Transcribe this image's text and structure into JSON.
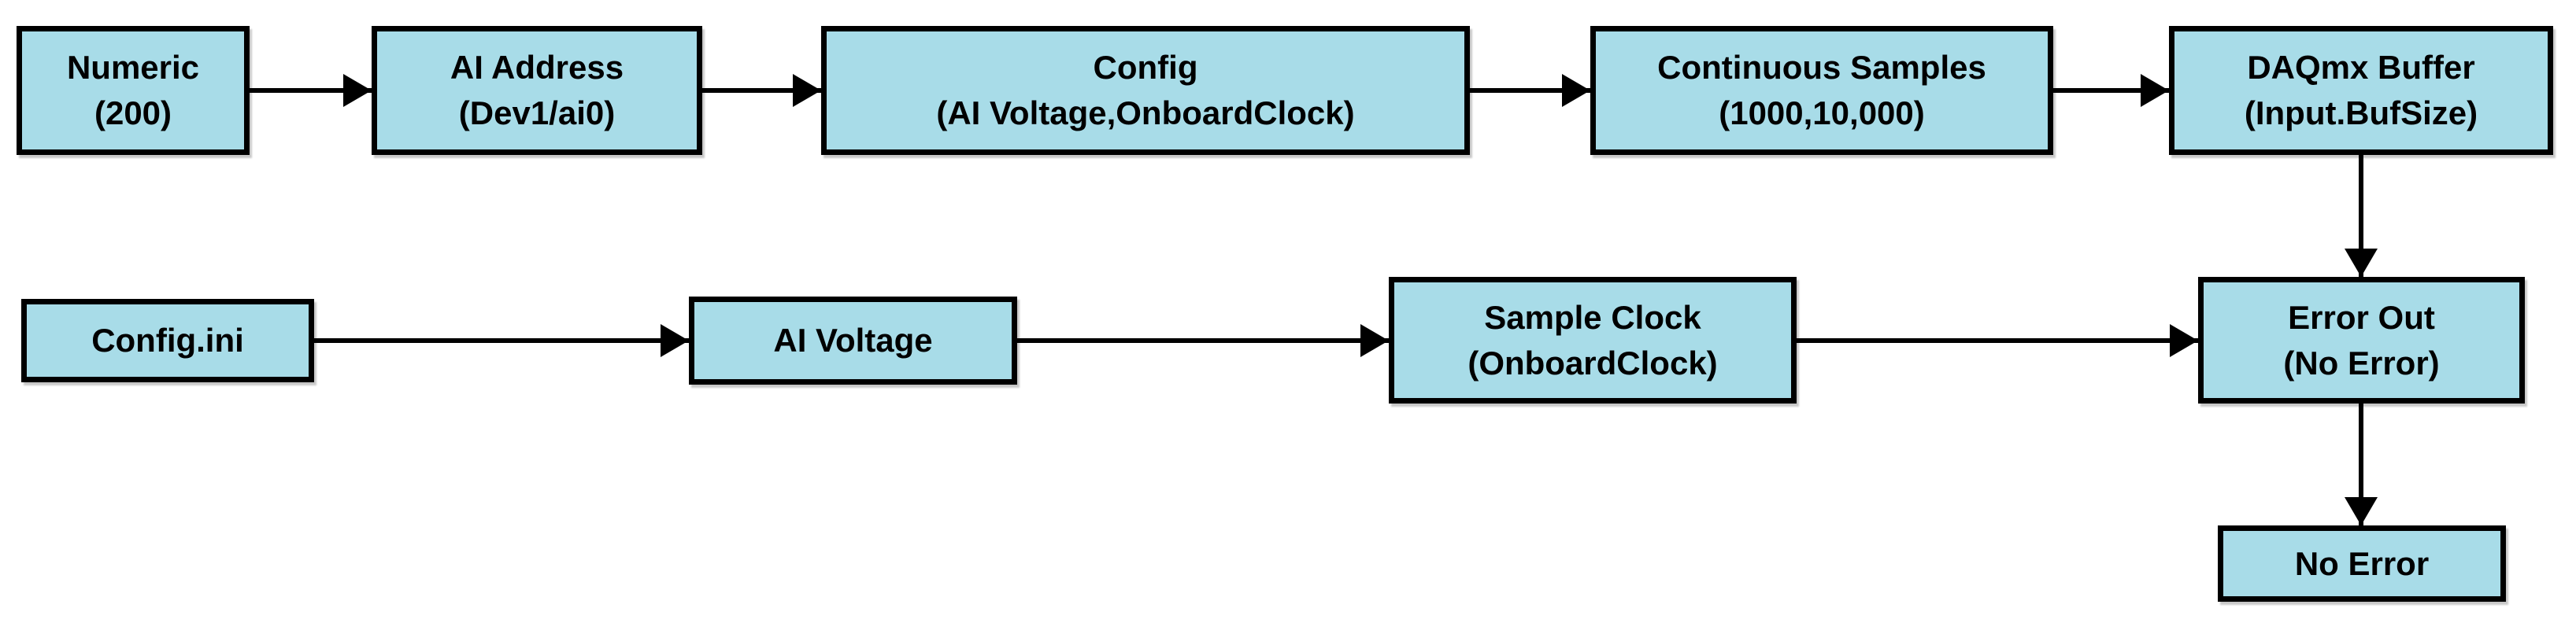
{
  "diagram_type": "flowchart",
  "background_color": "#FFFFFF",
  "node_style": {
    "fill_color": "#A8DCE8",
    "border_color": "#000000",
    "text_color": "#000000"
  },
  "arrow_color": "#000000",
  "nodes": {
    "numeric": {
      "label": "Numeric",
      "param": "(200)"
    },
    "ai_address": {
      "label": "AI Address",
      "param": "(Dev1/ai0)"
    },
    "config": {
      "label": "Config",
      "param": "(AI Voltage,OnboardClock)"
    },
    "continuous_samples": {
      "label": "Continuous Samples",
      "param": "(1000,10,000)"
    },
    "daqmx_buffer": {
      "label": "DAQmx Buffer",
      "param": "(Input.BufSize)"
    },
    "config_ini": {
      "label": "Config.ini"
    },
    "ai_voltage": {
      "label": "AI Voltage"
    },
    "sample_clock": {
      "label": "Sample Clock",
      "param": "(OnboardClock)"
    },
    "error_out": {
      "label": "Error Out",
      "param": "(No Error)"
    },
    "no_error": {
      "label": "No Error"
    }
  },
  "edges": [
    {
      "from": "numeric",
      "to": "ai_address"
    },
    {
      "from": "ai_address",
      "to": "config"
    },
    {
      "from": "config",
      "to": "continuous_samples"
    },
    {
      "from": "continuous_samples",
      "to": "daqmx_buffer"
    },
    {
      "from": "daqmx_buffer",
      "to": "error_out"
    },
    {
      "from": "config_ini",
      "to": "ai_voltage"
    },
    {
      "from": "ai_voltage",
      "to": "sample_clock"
    },
    {
      "from": "sample_clock",
      "to": "error_out"
    },
    {
      "from": "error_out",
      "to": "no_error"
    }
  ]
}
